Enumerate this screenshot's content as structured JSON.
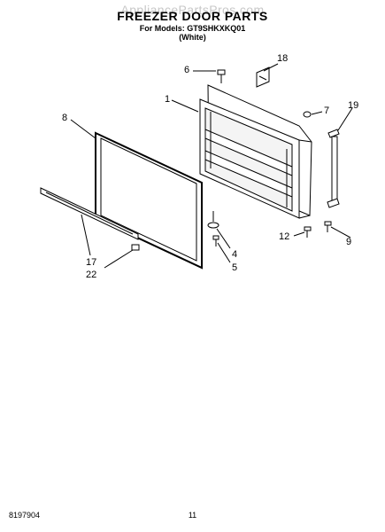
{
  "header": {
    "watermark": "AppliancePartsPros.com",
    "title": "FREEZER DOOR PARTS",
    "models": "For Models: GT9SHKXKQ01",
    "color": "(White)"
  },
  "callouts": {
    "c1": "1",
    "c4": "4",
    "c5": "5",
    "c6": "6",
    "c7": "7",
    "c8": "8",
    "c9": "9",
    "c12": "12",
    "c17": "17",
    "c18": "18",
    "c19": "19",
    "c22": "22"
  },
  "footer": {
    "doc_number": "8197904",
    "page_number": "11"
  }
}
